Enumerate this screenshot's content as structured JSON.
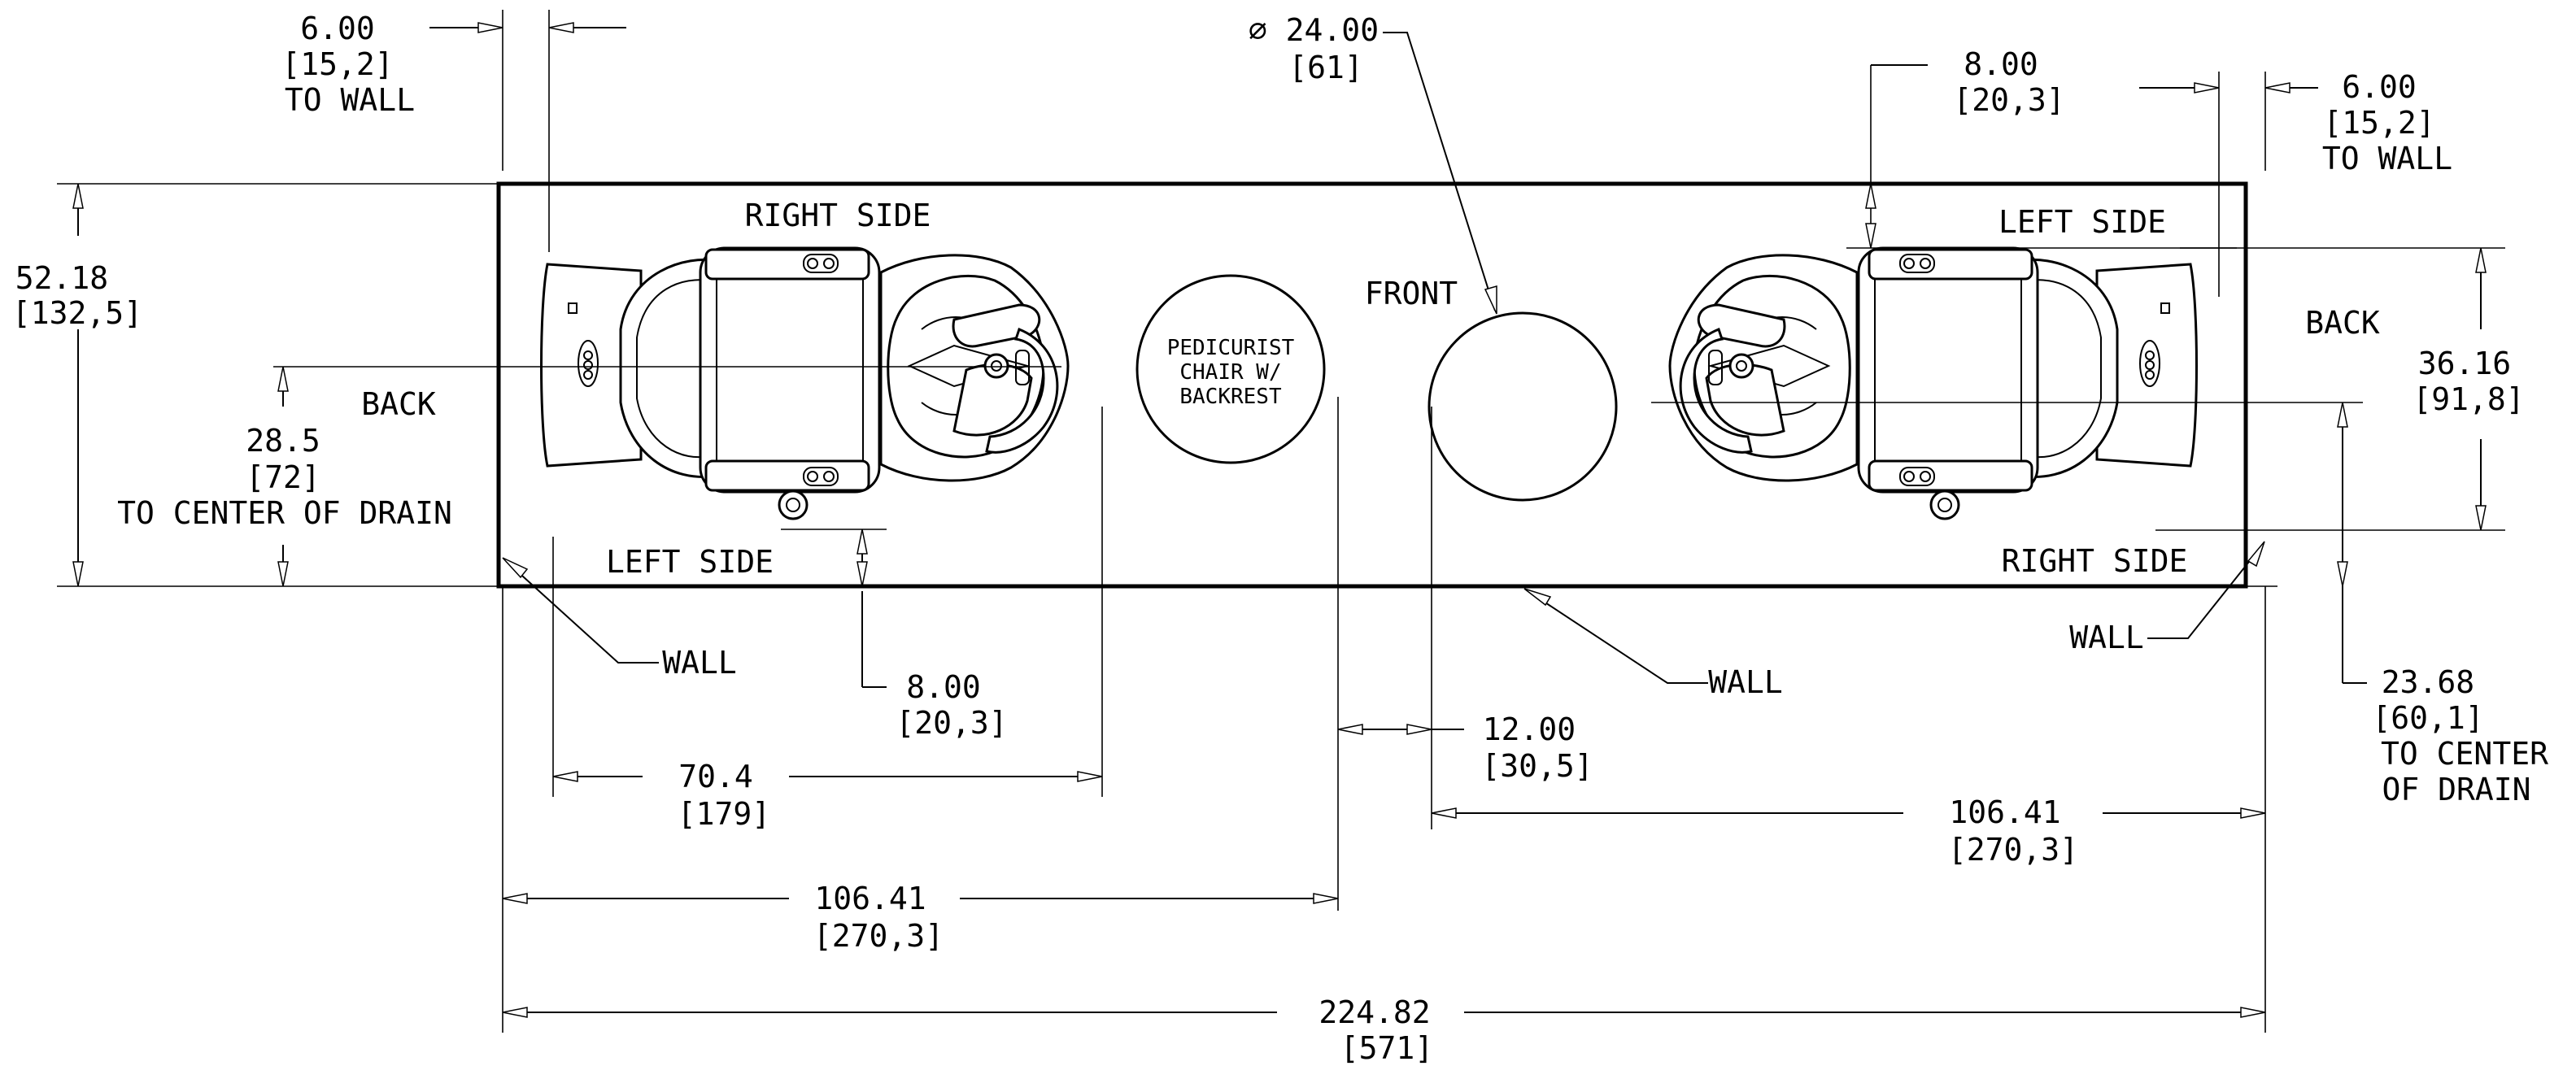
{
  "labels": {
    "right_side_left": "RIGHT SIDE",
    "left_side_left": "LEFT SIDE",
    "back_left": "BACK",
    "front": "FRONT",
    "left_side_right": "LEFT SIDE",
    "right_side_right": "RIGHT SIDE",
    "back_right": "BACK",
    "wall_left": "WALL",
    "wall_center": "WALL",
    "wall_right": "WALL",
    "pedicurist_line1": "PEDICURIST",
    "pedicurist_line2": "CHAIR W/",
    "pedicurist_line3": "BACKREST"
  },
  "dimensions": {
    "top_left_wall": [
      "6.00",
      "[15,2]",
      "TO WALL"
    ],
    "diameter": [
      "∅ 24.00",
      "[61]"
    ],
    "top_right_gap": [
      "8.00",
      "[20,3]"
    ],
    "top_right_wall": [
      "6.00",
      "[15,2]",
      "TO WALL"
    ],
    "room_depth": [
      "52.18",
      "[132,5]"
    ],
    "left_drain": [
      "28.5",
      "[72]",
      "TO CENTER OF DRAIN"
    ],
    "right_depth": [
      "36.16",
      "[91,8]"
    ],
    "right_drain": [
      "23.68",
      "[60,1]",
      "TO CENTER",
      "OF DRAIN"
    ],
    "left_gap": [
      "8.00",
      "[20,3]"
    ],
    "center_gap": [
      "12.00",
      "[30,5]"
    ],
    "chair_length": [
      "70.4",
      "[179]"
    ],
    "left_half": [
      "106.41",
      "[270,3]"
    ],
    "right_half": [
      "106.41",
      "[270,3]"
    ],
    "overall": [
      "224.82",
      "[571]"
    ]
  }
}
